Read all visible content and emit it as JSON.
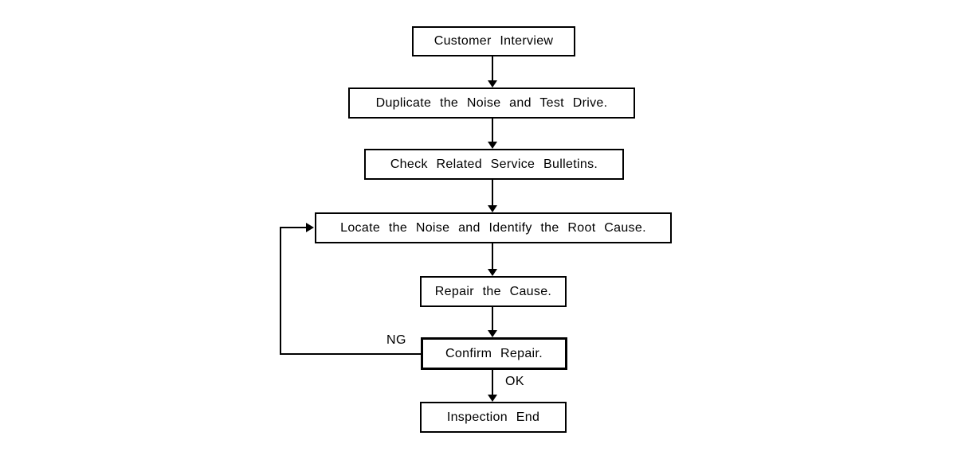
{
  "diagram": {
    "type": "flowchart",
    "nodes": [
      {
        "id": "customer-interview",
        "label": "Customer Interview"
      },
      {
        "id": "duplicate-noise-test-drive",
        "label": "Duplicate the Noise and Test Drive."
      },
      {
        "id": "check-service-bulletins",
        "label": "Check Related Service Bulletins."
      },
      {
        "id": "locate-noise-root-cause",
        "label": "Locate the Noise and Identify the Root Cause."
      },
      {
        "id": "repair-cause",
        "label": "Repair the Cause."
      },
      {
        "id": "confirm-repair",
        "label": "Confirm Repair."
      },
      {
        "id": "inspection-end",
        "label": "Inspection End"
      }
    ],
    "edges": [
      {
        "from": "customer-interview",
        "to": "duplicate-noise-test-drive",
        "label": ""
      },
      {
        "from": "duplicate-noise-test-drive",
        "to": "check-service-bulletins",
        "label": ""
      },
      {
        "from": "check-service-bulletins",
        "to": "locate-noise-root-cause",
        "label": ""
      },
      {
        "from": "locate-noise-root-cause",
        "to": "repair-cause",
        "label": ""
      },
      {
        "from": "repair-cause",
        "to": "confirm-repair",
        "label": ""
      },
      {
        "from": "confirm-repair",
        "to": "inspection-end",
        "label": "OK"
      },
      {
        "from": "confirm-repair",
        "to": "locate-noise-root-cause",
        "label": "NG"
      }
    ],
    "edge_labels": {
      "ng": "NG",
      "ok": "OK"
    },
    "colors": {
      "line": "#000000",
      "text": "#000000",
      "node_fill": "#ffffff",
      "background": "#ffffff"
    }
  }
}
